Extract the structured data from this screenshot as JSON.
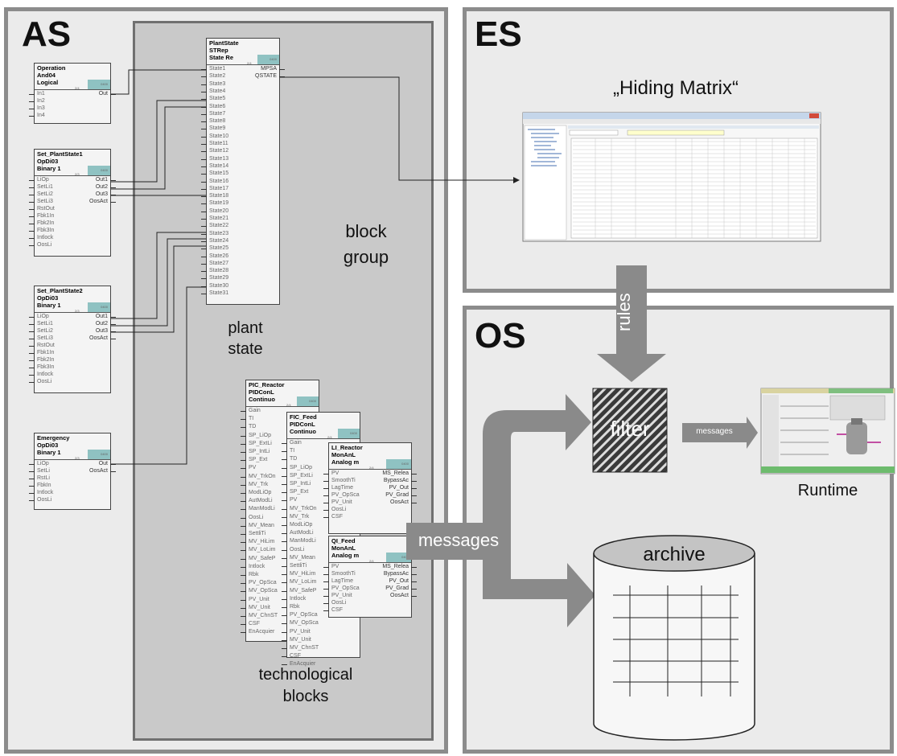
{
  "panels": {
    "as": "AS",
    "es": "ES",
    "os": "OS"
  },
  "labels": {
    "block_group": [
      "block",
      "group"
    ],
    "plant_state": [
      "plant",
      "state"
    ],
    "technological_blocks": [
      "technological",
      "blocks"
    ],
    "hiding_matrix": "„Hiding Matrix“",
    "rules": "rules",
    "filter": "filter",
    "messages_small": "messages",
    "messages_big": "messages",
    "runtime": "Runtime",
    "archive": "archive"
  },
  "blocks": {
    "operation": {
      "title": [
        "Operation",
        "And04",
        "Logical"
      ],
      "id": "2/4",
      "code": "0400",
      "inputs": [
        "In1",
        "In2",
        "In3",
        "In4"
      ],
      "outputs": [
        "Out"
      ]
    },
    "set1": {
      "title": [
        "Set_PlantState1",
        "OpDi03",
        "Binary 1"
      ],
      "id": "2/3",
      "code": "0400",
      "inputs": [
        "LiOp",
        "SetLi1",
        "SetLi2",
        "SetLi3",
        "RstOut",
        "Fbk1In",
        "Fbk2In",
        "Fbk3In",
        "Intlock",
        "OosLi"
      ],
      "outputs": [
        "Out1",
        "Out2",
        "Out3",
        "OosAct"
      ]
    },
    "set2": {
      "title": [
        "Set_PlantState2",
        "OpDi03",
        "Binary 1"
      ],
      "id": "2/3",
      "code": "0400",
      "inputs": [
        "LiOp",
        "SetLi1",
        "SetLi2",
        "SetLi3",
        "RstOut",
        "Fbk1In",
        "Fbk2In",
        "Fbk3In",
        "Intlock",
        "OosLi"
      ],
      "outputs": [
        "Out1",
        "Out2",
        "Out3",
        "OosAct"
      ]
    },
    "emergency": {
      "title": [
        "Emergency",
        "OpDi03",
        "Binary 1"
      ],
      "id": "2/3",
      "code": "0400",
      "inputs": [
        "LiOp",
        "SetLi",
        "RstLi",
        "FbkIn",
        "Intlock",
        "OosLi"
      ],
      "outputs": [
        "Out",
        "OosAct"
      ]
    },
    "plantstate": {
      "title": [
        "PlantState",
        "STRep",
        "State Re"
      ],
      "id": "2/4",
      "code": "0400",
      "inputs": [
        "State1",
        "State2",
        "State3",
        "State4",
        "State5",
        "State6",
        "State7",
        "State8",
        "State9",
        "State10",
        "State11",
        "State12",
        "State13",
        "State14",
        "State15",
        "State16",
        "State17",
        "State18",
        "State19",
        "State20",
        "State21",
        "State22",
        "State23",
        "State24",
        "State25",
        "State26",
        "State27",
        "State28",
        "State29",
        "State30",
        "State31"
      ],
      "outputs": [
        "MPSA",
        "QSTATE"
      ]
    },
    "pic_reactor": {
      "title": [
        "PIC_Reactor",
        "PIDConL",
        "Continuo"
      ],
      "id": "2/4",
      "code": "0400",
      "inputs": [
        "Gain",
        "TI",
        "TD",
        "SP_LiOp",
        "SP_ExtLi",
        "SP_IntLi",
        "SP_Ext",
        "PV",
        "MV_TrkOn",
        "MV_Trk",
        "ModLiOp",
        "AutModLi",
        "ManModLi",
        "OosLi",
        "MV_Mean",
        "SettliTi",
        "MV_HiLim",
        "MV_LoLim",
        "MV_SafeP",
        "Intlock",
        "Rbk",
        "PV_OpSca",
        "MV_OpSca",
        "PV_Unit",
        "MV_Unit",
        "MV_ChnST",
        "CSF",
        "EnAcquier"
      ],
      "outputs": []
    },
    "fic_feed": {
      "title": [
        "FIC_Feed",
        "PIDConL",
        "Continuo"
      ],
      "id": "2/4",
      "code": "0400",
      "inputs": [
        "Gain",
        "TI",
        "TD",
        "SP_LiOp",
        "SP_ExtLi",
        "SP_IntLi",
        "SP_Ext",
        "PV",
        "MV_TrkOn",
        "MV_Trk",
        "ModLiOp",
        "AutModLi",
        "ManModLi",
        "OosLi",
        "MV_Mean",
        "SettliTi",
        "MV_HiLim",
        "MV_LoLim",
        "MV_SafeP",
        "Intlock",
        "Rbk",
        "PV_OpSca",
        "MV_OpSca",
        "PV_Unit",
        "MV_Unit",
        "MV_ChnST",
        "CSF",
        "EnAcquier"
      ],
      "outputs": []
    },
    "li_reactor": {
      "title": [
        "LI_Reactor",
        "MonAnL",
        "Analog m"
      ],
      "id": "2/4",
      "code": "0400",
      "inputs": [
        "PV",
        "SmoothTi",
        "LagTime",
        "PV_OpSca",
        "PV_Unit",
        "OosLi",
        "CSF"
      ],
      "outputs": [
        "MS_Relea",
        "BypassAc",
        "PV_Out",
        "PV_Grad",
        "OosAct"
      ]
    },
    "qi_feed": {
      "title": [
        "QI_Feed",
        "MonAnL",
        "Analog m"
      ],
      "id": "2/4",
      "code": "0400",
      "inputs": [
        "PV",
        "SmoothTi",
        "LagTime",
        "PV_OpSca",
        "PV_Unit",
        "OosLi",
        "CSF"
      ],
      "outputs": [
        "MS_Relea",
        "BypassAc",
        "PV_Out",
        "PV_Grad",
        "OosAct"
      ]
    }
  },
  "colors": {
    "panel": "#ebebeb",
    "group": "#c9c9c9",
    "arrow": "#8a8a8a",
    "bar": "#8fc2c2"
  }
}
